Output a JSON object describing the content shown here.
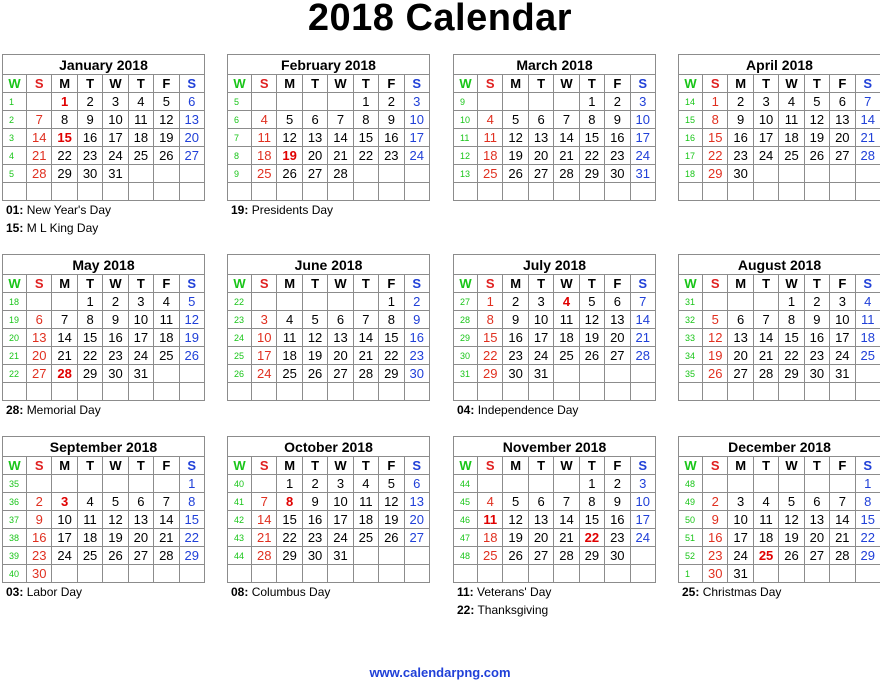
{
  "title": "2018 Calendar",
  "footer": "www.calendarpng.com",
  "headers": [
    "W",
    "S",
    "M",
    "T",
    "W",
    "T",
    "F",
    "S"
  ],
  "months": [
    {
      "name": "January 2018",
      "weeks": [
        [
          "1",
          "",
          "1",
          "2",
          "3",
          "4",
          "5",
          "6"
        ],
        [
          "2",
          "7",
          "8",
          "9",
          "10",
          "11",
          "12",
          "13"
        ],
        [
          "3",
          "14",
          "15",
          "16",
          "17",
          "18",
          "19",
          "20"
        ],
        [
          "4",
          "21",
          "22",
          "23",
          "24",
          "25",
          "26",
          "27"
        ],
        [
          "5",
          "28",
          "29",
          "30",
          "31",
          "",
          "",
          ""
        ],
        [
          "",
          "",
          "",
          "",
          "",
          "",
          "",
          ""
        ]
      ],
      "holidays": [
        "1",
        "15"
      ],
      "notes": [
        {
          "day": "01:",
          "text": "New Year's Day"
        },
        {
          "day": "15:",
          "text": "M L King Day"
        }
      ]
    },
    {
      "name": "February 2018",
      "weeks": [
        [
          "5",
          "",
          "",
          "",
          "",
          "1",
          "2",
          "3"
        ],
        [
          "6",
          "4",
          "5",
          "6",
          "7",
          "8",
          "9",
          "10"
        ],
        [
          "7",
          "11",
          "12",
          "13",
          "14",
          "15",
          "16",
          "17"
        ],
        [
          "8",
          "18",
          "19",
          "20",
          "21",
          "22",
          "23",
          "24"
        ],
        [
          "9",
          "25",
          "26",
          "27",
          "28",
          "",
          "",
          ""
        ],
        [
          "",
          "",
          "",
          "",
          "",
          "",
          "",
          ""
        ]
      ],
      "holidays": [
        "19"
      ],
      "notes": [
        {
          "day": "19:",
          "text": "Presidents Day"
        }
      ]
    },
    {
      "name": "March 2018",
      "weeks": [
        [
          "9",
          "",
          "",
          "",
          "",
          "1",
          "2",
          "3"
        ],
        [
          "10",
          "4",
          "5",
          "6",
          "7",
          "8",
          "9",
          "10"
        ],
        [
          "11",
          "11",
          "12",
          "13",
          "14",
          "15",
          "16",
          "17"
        ],
        [
          "12",
          "18",
          "19",
          "20",
          "21",
          "22",
          "23",
          "24"
        ],
        [
          "13",
          "25",
          "26",
          "27",
          "28",
          "29",
          "30",
          "31"
        ],
        [
          "",
          "",
          "",
          "",
          "",
          "",
          "",
          ""
        ]
      ],
      "holidays": [],
      "notes": []
    },
    {
      "name": "April 2018",
      "weeks": [
        [
          "14",
          "1",
          "2",
          "3",
          "4",
          "5",
          "6",
          "7"
        ],
        [
          "15",
          "8",
          "9",
          "10",
          "11",
          "12",
          "13",
          "14"
        ],
        [
          "16",
          "15",
          "16",
          "17",
          "18",
          "19",
          "20",
          "21"
        ],
        [
          "17",
          "22",
          "23",
          "24",
          "25",
          "26",
          "27",
          "28"
        ],
        [
          "18",
          "29",
          "30",
          "",
          "",
          "",
          "",
          ""
        ],
        [
          "",
          "",
          "",
          "",
          "",
          "",
          "",
          ""
        ]
      ],
      "holidays": [],
      "notes": []
    },
    {
      "name": "May 2018",
      "weeks": [
        [
          "18",
          "",
          "",
          "1",
          "2",
          "3",
          "4",
          "5"
        ],
        [
          "19",
          "6",
          "7",
          "8",
          "9",
          "10",
          "11",
          "12"
        ],
        [
          "20",
          "13",
          "14",
          "15",
          "16",
          "17",
          "18",
          "19"
        ],
        [
          "21",
          "20",
          "21",
          "22",
          "23",
          "24",
          "25",
          "26"
        ],
        [
          "22",
          "27",
          "28",
          "29",
          "30",
          "31",
          "",
          ""
        ],
        [
          "",
          "",
          "",
          "",
          "",
          "",
          "",
          ""
        ]
      ],
      "holidays": [
        "28"
      ],
      "notes": [
        {
          "day": "28:",
          "text": "Memorial Day"
        }
      ]
    },
    {
      "name": "June 2018",
      "weeks": [
        [
          "22",
          "",
          "",
          "",
          "",
          "",
          "1",
          "2"
        ],
        [
          "23",
          "3",
          "4",
          "5",
          "6",
          "7",
          "8",
          "9"
        ],
        [
          "24",
          "10",
          "11",
          "12",
          "13",
          "14",
          "15",
          "16"
        ],
        [
          "25",
          "17",
          "18",
          "19",
          "20",
          "21",
          "22",
          "23"
        ],
        [
          "26",
          "24",
          "25",
          "26",
          "27",
          "28",
          "29",
          "30"
        ],
        [
          "",
          "",
          "",
          "",
          "",
          "",
          "",
          ""
        ]
      ],
      "holidays": [],
      "notes": []
    },
    {
      "name": "July 2018",
      "weeks": [
        [
          "27",
          "1",
          "2",
          "3",
          "4",
          "5",
          "6",
          "7"
        ],
        [
          "28",
          "8",
          "9",
          "10",
          "11",
          "12",
          "13",
          "14"
        ],
        [
          "29",
          "15",
          "16",
          "17",
          "18",
          "19",
          "20",
          "21"
        ],
        [
          "30",
          "22",
          "23",
          "24",
          "25",
          "26",
          "27",
          "28"
        ],
        [
          "31",
          "29",
          "30",
          "31",
          "",
          "",
          "",
          ""
        ],
        [
          "",
          "",
          "",
          "",
          "",
          "",
          "",
          ""
        ]
      ],
      "holidays": [
        "4"
      ],
      "notes": [
        {
          "day": "04:",
          "text": "Independence Day"
        }
      ]
    },
    {
      "name": "August 2018",
      "weeks": [
        [
          "31",
          "",
          "",
          "",
          "1",
          "2",
          "3",
          "4"
        ],
        [
          "32",
          "5",
          "6",
          "7",
          "8",
          "9",
          "10",
          "11"
        ],
        [
          "33",
          "12",
          "13",
          "14",
          "15",
          "16",
          "17",
          "18"
        ],
        [
          "34",
          "19",
          "20",
          "21",
          "22",
          "23",
          "24",
          "25"
        ],
        [
          "35",
          "26",
          "27",
          "28",
          "29",
          "30",
          "31",
          ""
        ],
        [
          "",
          "",
          "",
          "",
          "",
          "",
          "",
          ""
        ]
      ],
      "holidays": [],
      "notes": []
    },
    {
      "name": "September 2018",
      "weeks": [
        [
          "35",
          "",
          "",
          "",
          "",
          "",
          "",
          "1"
        ],
        [
          "36",
          "2",
          "3",
          "4",
          "5",
          "6",
          "7",
          "8"
        ],
        [
          "37",
          "9",
          "10",
          "11",
          "12",
          "13",
          "14",
          "15"
        ],
        [
          "38",
          "16",
          "17",
          "18",
          "19",
          "20",
          "21",
          "22"
        ],
        [
          "39",
          "23",
          "24",
          "25",
          "26",
          "27",
          "28",
          "29"
        ],
        [
          "40",
          "30",
          "",
          "",
          "",
          "",
          "",
          ""
        ]
      ],
      "holidays": [
        "3"
      ],
      "notes": [
        {
          "day": "03:",
          "text": "Labor Day"
        }
      ]
    },
    {
      "name": "October 2018",
      "weeks": [
        [
          "40",
          "",
          "1",
          "2",
          "3",
          "4",
          "5",
          "6"
        ],
        [
          "41",
          "7",
          "8",
          "9",
          "10",
          "11",
          "12",
          "13"
        ],
        [
          "42",
          "14",
          "15",
          "16",
          "17",
          "18",
          "19",
          "20"
        ],
        [
          "43",
          "21",
          "22",
          "23",
          "24",
          "25",
          "26",
          "27"
        ],
        [
          "44",
          "28",
          "29",
          "30",
          "31",
          "",
          "",
          ""
        ],
        [
          "",
          "",
          "",
          "",
          "",
          "",
          "",
          ""
        ]
      ],
      "holidays": [
        "8"
      ],
      "notes": [
        {
          "day": "08:",
          "text": "Columbus Day"
        }
      ]
    },
    {
      "name": "November 2018",
      "weeks": [
        [
          "44",
          "",
          "",
          "",
          "",
          "1",
          "2",
          "3"
        ],
        [
          "45",
          "4",
          "5",
          "6",
          "7",
          "8",
          "9",
          "10"
        ],
        [
          "46",
          "11",
          "12",
          "13",
          "14",
          "15",
          "16",
          "17"
        ],
        [
          "47",
          "18",
          "19",
          "20",
          "21",
          "22",
          "23",
          "24"
        ],
        [
          "48",
          "25",
          "26",
          "27",
          "28",
          "29",
          "30",
          ""
        ],
        [
          "",
          "",
          "",
          "",
          "",
          "",
          "",
          ""
        ]
      ],
      "holidays": [
        "11",
        "22"
      ],
      "notes": [
        {
          "day": "11:",
          "text": "Veterans' Day"
        },
        {
          "day": "22:",
          "text": "Thanksgiving"
        }
      ]
    },
    {
      "name": "December 2018",
      "weeks": [
        [
          "48",
          "",
          "",
          "",
          "",
          "",
          "",
          "1"
        ],
        [
          "49",
          "2",
          "3",
          "4",
          "5",
          "6",
          "7",
          "8"
        ],
        [
          "50",
          "9",
          "10",
          "11",
          "12",
          "13",
          "14",
          "15"
        ],
        [
          "51",
          "16",
          "17",
          "18",
          "19",
          "20",
          "21",
          "22"
        ],
        [
          "52",
          "23",
          "24",
          "25",
          "26",
          "27",
          "28",
          "29"
        ],
        [
          "1",
          "30",
          "31",
          "",
          "",
          "",
          "",
          ""
        ]
      ],
      "holidays": [
        "25"
      ],
      "notes": [
        {
          "day": "25:",
          "text": "Christmas Day"
        }
      ]
    }
  ]
}
